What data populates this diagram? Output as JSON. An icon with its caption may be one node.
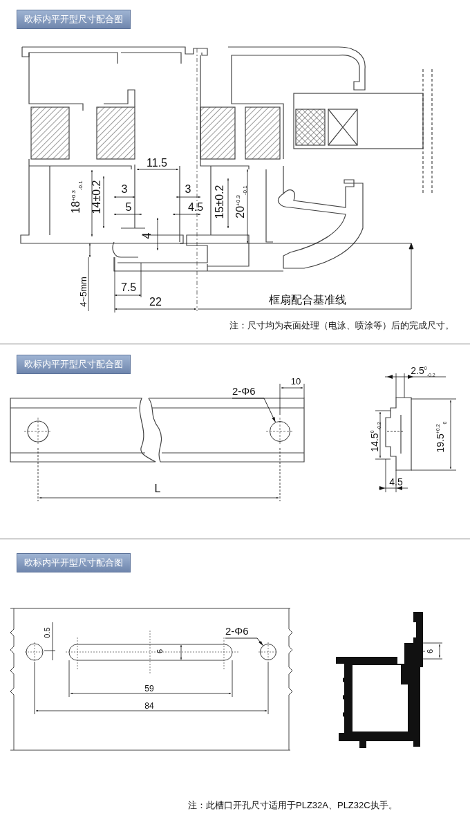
{
  "diagram": {
    "nodes": [
      {
        "text": [
          "2-Φ6"
        ]
      },
      {
        "text": [],
        "shape": "circle"
      },
      {
        "text": [
          "2-Φ6"
        ]
      },
      {
        "text": [],
        "shape": "circle"
      }
    ],
    "edges": [
      {
        "from": 0,
        "to": 1,
        "arrow": "to"
      },
      {
        "from": 2,
        "to": 3,
        "arrow": "to"
      }
    ],
    "labels": [
      "欧标内平开型尺寸配合图",
      "11.5",
      "18$^{+0.3}$$_{-0.1}$",
      "14±0.2",
      "3",
      "5",
      "3",
      "4.5",
      "15±0.2",
      "20$^{+0.3}$$_{-0.1}$",
      "4",
      "4~5mm",
      "7.5",
      "22",
      "框扇配合基准线",
      "注：尺寸均为表面处理（电泳、喷涂等）后的完成尺寸。",
      "欧标内平开型尺寸配合图",
      "10",
      "L",
      "2.5$^{0}$$_{-0.2}$",
      "14.5$^{0}$$_{-0.2}$",
      "19.5$^{+0.2}$$_{0}$",
      "4.5",
      "欧标内平开型尺寸配合图",
      "0.5",
      "6",
      "59",
      "84",
      "6",
      "注：此槽口开孔尺寸适用于PLZ32A、PLZ32C执手。"
    ]
  }
}
